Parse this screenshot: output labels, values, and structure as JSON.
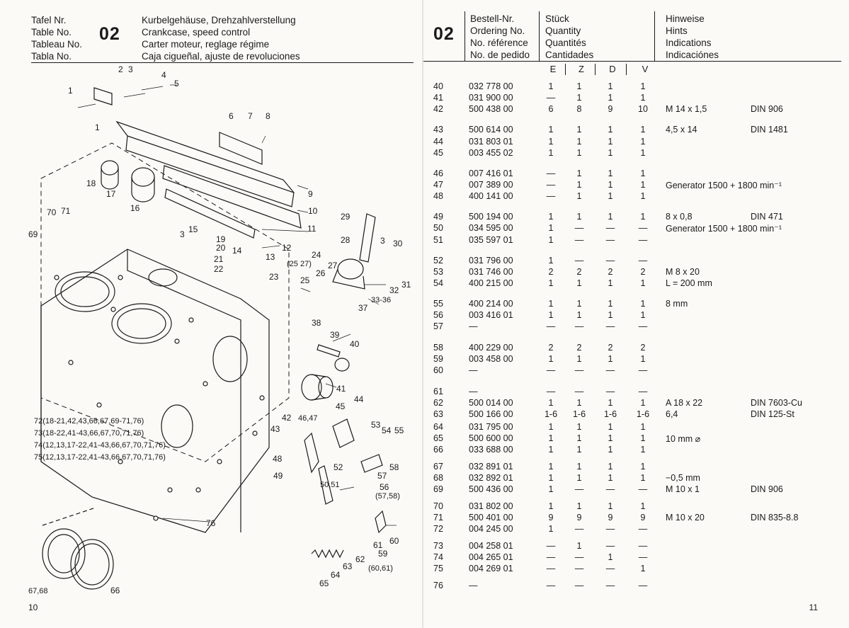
{
  "left": {
    "header": {
      "labels": [
        "Tafel Nr.",
        "Table No.",
        "Tableau No.",
        "Tabla No."
      ],
      "number": "02",
      "titles": [
        "Kurbelgehäuse, Drehzahlverstellung",
        "Crankcase, speed control",
        "Carter moteur, reglage régime",
        "Caja cigueñal, ajuste de revoluciones"
      ]
    },
    "diagram": {
      "callouts": [
        "1",
        "2",
        "3",
        "4",
        "5",
        "6",
        "7",
        "8",
        "9",
        "10",
        "11",
        "12",
        "13",
        "14",
        "15",
        "16",
        "17",
        "18",
        "19",
        "20",
        "21",
        "22",
        "23",
        "24",
        "(25 27)",
        "25",
        "26",
        "27",
        "28",
        "29",
        "3",
        "30",
        "31",
        "32",
        "33-36",
        "37",
        "38",
        "39",
        "40",
        "41",
        "42",
        "43",
        "44",
        "45",
        "46,47",
        "48",
        "49",
        "50,51",
        "52",
        "53",
        "54",
        "55",
        "56",
        "(57,58)",
        "57",
        "58",
        "59",
        "(60,61)",
        "60",
        "61",
        "62",
        "63",
        "64",
        "65",
        "66",
        "67,68",
        "69",
        "70",
        "71",
        "76",
        "1",
        "3"
      ],
      "legend": [
        "72(18-21,42,43,66,67,69-71,76)",
        "73(18-22,41-43,66,67,70,71,76)",
        "74(12,13,17-22,41-43,66,67,70,71,76)",
        "75(12,13,17-22,41-43,66,67,70,71,76)"
      ]
    },
    "page_number": "10"
  },
  "right": {
    "header": {
      "number": "02",
      "col_order": [
        "Bestell-Nr.",
        "Ordering No.",
        "No. référence",
        "No. de pedido"
      ],
      "col_qty": [
        "Stück",
        "Quantity",
        "Quantités",
        "Cantidades"
      ],
      "col_hints": [
        "Hinweise",
        "Hints",
        "Indications",
        "Indicaciónes"
      ],
      "langs": [
        "E",
        "Z",
        "D",
        "V"
      ]
    },
    "rows": [
      {
        "pos": "40",
        "num": "032 778 00",
        "e": "1",
        "z": "1",
        "d": "1",
        "v": "1",
        "hint": "",
        "norm": ""
      },
      {
        "pos": "41",
        "num": "031 900 00",
        "e": "—",
        "z": "1",
        "d": "1",
        "v": "1",
        "hint": "",
        "norm": ""
      },
      {
        "pos": "42",
        "num": "500 438 00",
        "e": "6",
        "z": "8",
        "d": "9",
        "v": "10",
        "hint": "M 14 x 1,5",
        "norm": "DIN 906"
      },
      {
        "pos": "43",
        "num": "500 614 00",
        "e": "1",
        "z": "1",
        "d": "1",
        "v": "1",
        "hint": "4,5 x 14",
        "norm": "DIN 1481"
      },
      {
        "pos": "44",
        "num": "031 803 01",
        "e": "1",
        "z": "1",
        "d": "1",
        "v": "1",
        "hint": "",
        "norm": ""
      },
      {
        "pos": "45",
        "num": "003 455 02",
        "e": "1",
        "z": "1",
        "d": "1",
        "v": "1",
        "hint": "",
        "norm": ""
      },
      {
        "pos": "46",
        "num": "007 416 01",
        "e": "—",
        "z": "1",
        "d": "1",
        "v": "1",
        "hint": "",
        "norm": ""
      },
      {
        "pos": "47",
        "num": "007 389 00",
        "e": "—",
        "z": "1",
        "d": "1",
        "v": "1",
        "hint": "Generator 1500 + 1800 min⁻¹",
        "norm": ""
      },
      {
        "pos": "48",
        "num": "400 141 00",
        "e": "—",
        "z": "1",
        "d": "1",
        "v": "1",
        "hint": "",
        "norm": ""
      },
      {
        "pos": "49",
        "num": "500 194 00",
        "e": "1",
        "z": "1",
        "d": "1",
        "v": "1",
        "hint": "8 x 0,8",
        "norm": "DIN 471"
      },
      {
        "pos": "50",
        "num": "034 595 00",
        "e": "1",
        "z": "—",
        "d": "—",
        "v": "—",
        "hint": "Generator 1500 + 1800 min⁻¹",
        "norm": ""
      },
      {
        "pos": "51",
        "num": "035 597 01",
        "e": "1",
        "z": "—",
        "d": "—",
        "v": "—",
        "hint": "",
        "norm": ""
      },
      {
        "pos": "52",
        "num": "031 796 00",
        "e": "1",
        "z": "—",
        "d": "—",
        "v": "—",
        "hint": "",
        "norm": ""
      },
      {
        "pos": "53",
        "num": "031 746 00",
        "e": "2",
        "z": "2",
        "d": "2",
        "v": "2",
        "hint": "M 8 x 20",
        "norm": ""
      },
      {
        "pos": "54",
        "num": "400 215 00",
        "e": "1",
        "z": "1",
        "d": "1",
        "v": "1",
        "hint": "L = 200 mm",
        "norm": ""
      },
      {
        "pos": "55",
        "num": "400 214 00",
        "e": "1",
        "z": "1",
        "d": "1",
        "v": "1",
        "hint": "8 mm",
        "norm": ""
      },
      {
        "pos": "56",
        "num": "003 416 01",
        "e": "1",
        "z": "1",
        "d": "1",
        "v": "1",
        "hint": "",
        "norm": ""
      },
      {
        "pos": "57",
        "num": "—",
        "e": "—",
        "z": "—",
        "d": "—",
        "v": "—",
        "hint": "",
        "norm": ""
      },
      {
        "pos": "58",
        "num": "400 229 00",
        "e": "2",
        "z": "2",
        "d": "2",
        "v": "2",
        "hint": "",
        "norm": ""
      },
      {
        "pos": "59",
        "num": "003 458 00",
        "e": "1",
        "z": "1",
        "d": "1",
        "v": "1",
        "hint": "",
        "norm": ""
      },
      {
        "pos": "60",
        "num": "—",
        "e": "—",
        "z": "—",
        "d": "—",
        "v": "—",
        "hint": "",
        "norm": ""
      },
      {
        "pos": "61",
        "num": "—",
        "e": "—",
        "z": "—",
        "d": "—",
        "v": "—",
        "hint": "",
        "norm": ""
      },
      {
        "pos": "62",
        "num": "500 014 00",
        "e": "1",
        "z": "1",
        "d": "1",
        "v": "1",
        "hint": "A 18 x 22",
        "norm": "DIN 7603-Cu"
      },
      {
        "pos": "63",
        "num": "500 166 00",
        "e": "1-6",
        "z": "1-6",
        "d": "1-6",
        "v": "1-6",
        "hint": "6,4",
        "norm": "DIN 125-St"
      },
      {
        "pos": "64",
        "num": "031 795 00",
        "e": "1",
        "z": "1",
        "d": "1",
        "v": "1",
        "hint": "",
        "norm": ""
      },
      {
        "pos": "65",
        "num": "500 600 00",
        "e": "1",
        "z": "1",
        "d": "1",
        "v": "1",
        "hint": "10 mm ⌀",
        "norm": ""
      },
      {
        "pos": "66",
        "num": "033 688 00",
        "e": "1",
        "z": "1",
        "d": "1",
        "v": "1",
        "hint": "",
        "norm": ""
      },
      {
        "pos": "67",
        "num": "032 891 01",
        "e": "1",
        "z": "1",
        "d": "1",
        "v": "1",
        "hint": "",
        "norm": ""
      },
      {
        "pos": "68",
        "num": "032 892 01",
        "e": "1",
        "z": "1",
        "d": "1",
        "v": "1",
        "hint": "−0,5 mm",
        "norm": ""
      },
      {
        "pos": "69",
        "num": "500 436 00",
        "e": "1",
        "z": "—",
        "d": "—",
        "v": "—",
        "hint": "M 10 x 1",
        "norm": "DIN 906"
      },
      {
        "pos": "70",
        "num": "031 802 00",
        "e": "1",
        "z": "1",
        "d": "1",
        "v": "1",
        "hint": "",
        "norm": ""
      },
      {
        "pos": "71",
        "num": "500 401 00",
        "e": "9",
        "z": "9",
        "d": "9",
        "v": "9",
        "hint": "M 10 x 20",
        "norm": "DIN 835-8.8"
      },
      {
        "pos": "72",
        "num": "004 245 00",
        "e": "1",
        "z": "—",
        "d": "—",
        "v": "—",
        "hint": "",
        "norm": ""
      },
      {
        "pos": "73",
        "num": "004 258 01",
        "e": "—",
        "z": "1",
        "d": "—",
        "v": "—",
        "hint": "",
        "norm": ""
      },
      {
        "pos": "74",
        "num": "004 265 01",
        "e": "—",
        "z": "—",
        "d": "1",
        "v": "—",
        "hint": "",
        "norm": ""
      },
      {
        "pos": "75",
        "num": "004 269 01",
        "e": "—",
        "z": "—",
        "d": "—",
        "v": "1",
        "hint": "",
        "norm": ""
      },
      {
        "pos": "76",
        "num": "—",
        "e": "—",
        "z": "—",
        "d": "—",
        "v": "—",
        "hint": "",
        "norm": ""
      }
    ],
    "page_number": "11"
  }
}
